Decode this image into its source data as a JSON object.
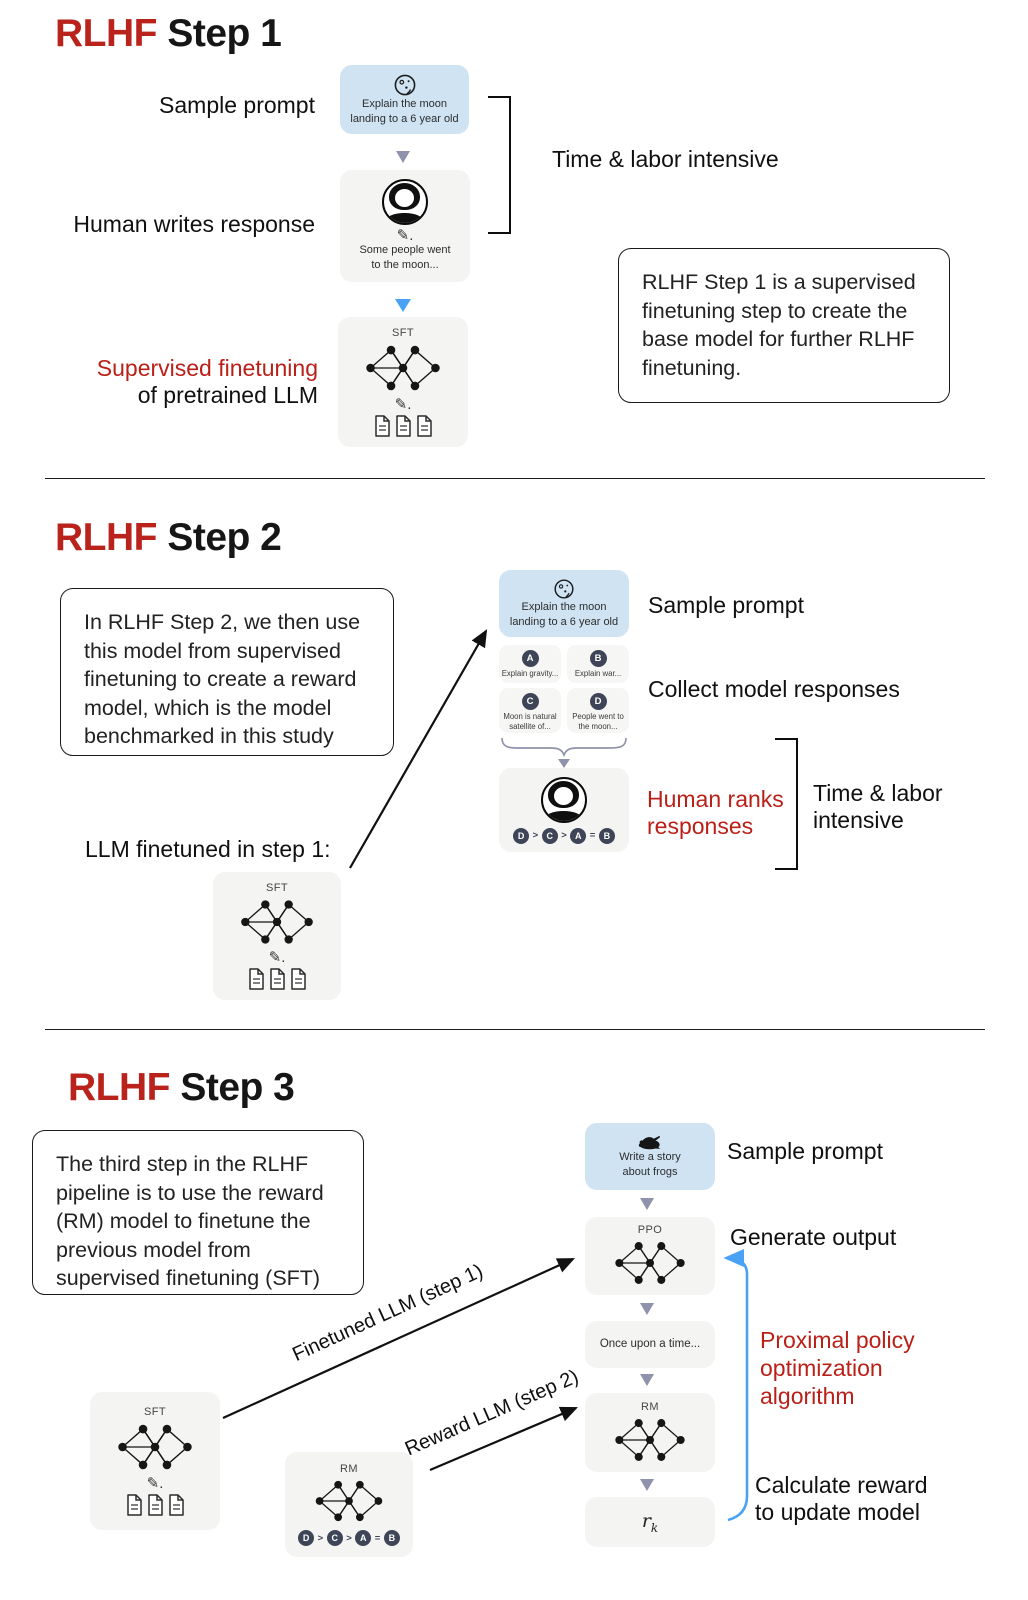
{
  "colors": {
    "accent_red": "#b9231c",
    "card_blue": "#cfe3f2",
    "card_gray": "#f4f4f2",
    "badge_navy": "#3e4557",
    "arrow_blue": "#4aa2f5",
    "arrow_gray": "#8e92ab"
  },
  "step1": {
    "heading": {
      "red": "RLHF",
      "rest": "Step 1"
    },
    "sample_prompt_label": "Sample prompt",
    "human_writes_label": "Human writes response",
    "supervised_red": "Supervised finetuning",
    "supervised_black": "of pretrained LLM",
    "time_labor": "Time & labor intensive",
    "prompt_card": {
      "line1": "Explain the moon",
      "line2": "landing to a 6 year old"
    },
    "human_card": {
      "line1": "Some people went",
      "line2": "to the moon..."
    },
    "sft_label": "SFT",
    "note": "RLHF Step 1 is a supervised finetuning step to create the base model for further RLHF finetuning."
  },
  "step2": {
    "heading": {
      "red": "RLHF",
      "rest": "Step 2"
    },
    "note": "In RLHF Step 2, we then use this model from supervised finetuning to create a reward model, which is the model benchmarked in this study",
    "prompt_card": {
      "line1": "Explain the moon",
      "line2": "landing to a 6 year old"
    },
    "sample_prompt_label": "Sample prompt",
    "collect_label": "Collect model responses",
    "responses": [
      {
        "letter": "A",
        "text": "Explain gravity..."
      },
      {
        "letter": "B",
        "text": "Explain war..."
      },
      {
        "letter": "C",
        "text": "Moon is natural satellite of..."
      },
      {
        "letter": "D",
        "text": "People went to the moon..."
      }
    ],
    "human_ranks": {
      "line1": "Human ranks",
      "line2": "responses"
    },
    "time_labor": {
      "line1": "Time & labor",
      "line2": "intensive"
    },
    "llm_finetuned_label": "LLM finetuned in step 1:",
    "sft_label": "SFT",
    "ranking": [
      "D",
      ">",
      "C",
      ">",
      "A",
      "=",
      "B"
    ]
  },
  "step3": {
    "heading": {
      "red": "RLHF",
      "rest": "Step 3"
    },
    "note": "The third step in the RLHF pipeline is to use the reward (RM) model to finetune the previous model from supervised finetuning (SFT)",
    "prompt_card": {
      "line1": "Write a story",
      "line2": "about frogs"
    },
    "sample_prompt_label": "Sample prompt",
    "generate_output_label": "Generate output",
    "ppo_label": "PPO",
    "once_card": "Once upon a time...",
    "rm_label": "RM",
    "reward_symbol": {
      "base": "r",
      "sub": "k"
    },
    "ppo_algo": {
      "line1": "Proximal policy",
      "line2": "optimization",
      "line3": "algorithm"
    },
    "calc_reward": {
      "line1": "Calculate reward",
      "line2": "to update model"
    },
    "arrow1_label": "Finetuned LLM (step 1)",
    "arrow2_label": "Reward LLM (step 2)",
    "sft_label": "SFT",
    "ranking": [
      "D",
      ">",
      "C",
      ">",
      "A",
      "=",
      "B"
    ]
  }
}
